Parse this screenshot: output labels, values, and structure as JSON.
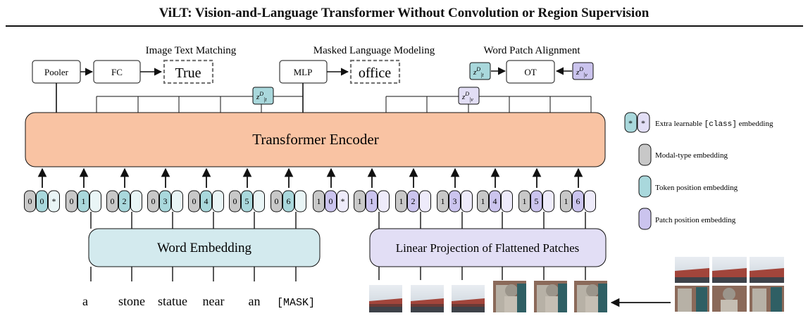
{
  "title": "ViLT: Vision-and-Language Transformer Without Convolution or Region Supervision",
  "heads": {
    "itm_label": "Image Text Matching",
    "mlm_label": "Masked Language Modeling",
    "wpa_label": "Word Patch Alignment",
    "pooler": "Pooler",
    "fc": "FC",
    "itm_output": "True",
    "mlp": "MLP",
    "mlm_output": "office",
    "ot": "OT",
    "zt_main": "z",
    "zt_sup": "D",
    "zt_sub": "|t",
    "zv_main": "z",
    "zv_sup": "D",
    "zv_sub": "|v"
  },
  "encoder_label": "Transformer Encoder",
  "word_embedding_label": "Word Embedding",
  "patch_projection_label": "Linear Projection of Flattened Patches",
  "text_tokens": [
    "a",
    "stone",
    "statue",
    "near",
    "an",
    "[MASK]"
  ],
  "text_groups": [
    {
      "modal": "0",
      "pos": "0",
      "class": "*"
    },
    {
      "modal": "0",
      "pos": "1"
    },
    {
      "modal": "0",
      "pos": "2"
    },
    {
      "modal": "0",
      "pos": "3"
    },
    {
      "modal": "0",
      "pos": "4"
    },
    {
      "modal": "0",
      "pos": "5"
    },
    {
      "modal": "0",
      "pos": "6"
    }
  ],
  "image_groups": [
    {
      "modal": "1",
      "pos": "0",
      "class": "*"
    },
    {
      "modal": "1",
      "pos": "1"
    },
    {
      "modal": "1",
      "pos": "2"
    },
    {
      "modal": "1",
      "pos": "3"
    },
    {
      "modal": "1",
      "pos": "4"
    },
    {
      "modal": "1",
      "pos": "5"
    },
    {
      "modal": "1",
      "pos": "6"
    }
  ],
  "legend": [
    {
      "label_pre": "Extra learnable ",
      "label_code": "[class]",
      "label_post": " embedding"
    },
    {
      "label_pre": "Modal-type embedding",
      "label_code": "",
      "label_post": ""
    },
    {
      "label_pre": "Token position embedding",
      "label_code": "",
      "label_post": ""
    },
    {
      "label_pre": "Patch position embedding",
      "label_code": "",
      "label_post": ""
    }
  ],
  "legend_class_symbol": "*",
  "colors": {
    "encoder_fill": "#f9c3a3",
    "word_embed_fill": "#d3eaee",
    "patch_proj_fill": "#e2def5",
    "modal_gray": "#c8c8c8",
    "token_teal": "#a9d8dc",
    "token_light": "#e9f5f6",
    "patch_purple": "#cbc4ee",
    "patch_light": "#eeebfa"
  }
}
